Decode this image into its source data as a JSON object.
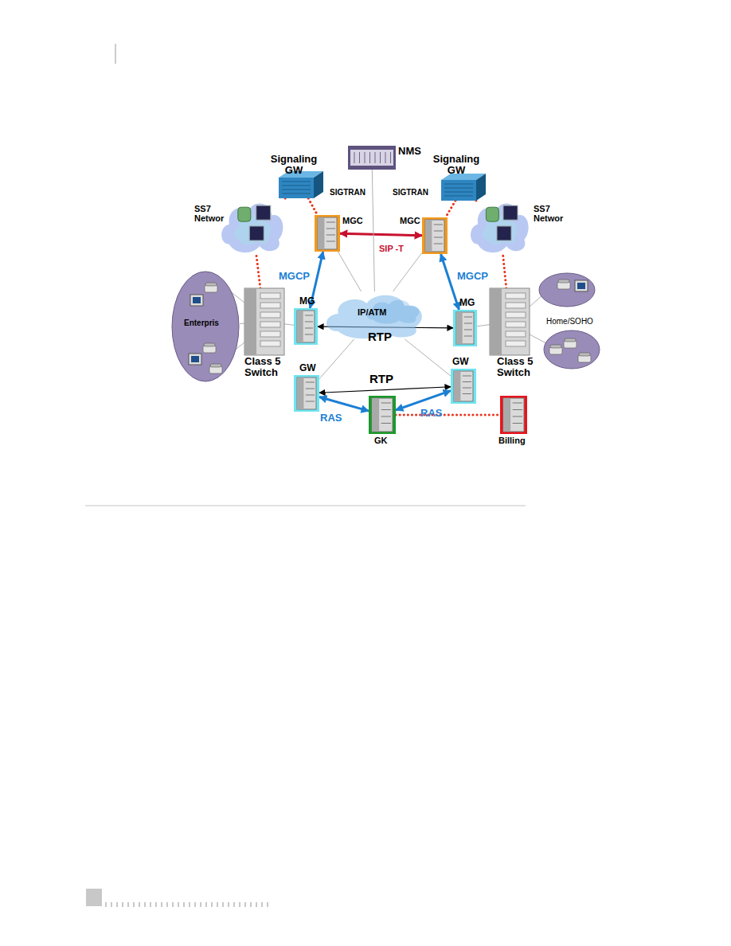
{
  "diagram": {
    "nodes": [
      {
        "text": [
          "NMS"
        ]
      },
      {
        "text": [
          "Signaling GW"
        ]
      },
      {
        "text": [
          "Signaling GW"
        ]
      },
      {
        "text": [
          "SS7 Networ"
        ]
      },
      {
        "text": [
          "MGC"
        ]
      },
      {
        "text": [
          "MGC"
        ]
      },
      {
        "text": [
          "SS7 Networ"
        ]
      },
      {
        "text": [
          "Enterpris"
        ]
      },
      {
        "text": [
          "Class 5 Switch"
        ]
      },
      {
        "text": [
          "MG"
        ]
      },
      {
        "text": [
          "IP/ATM"
        ]
      },
      {
        "text": [
          "MG"
        ]
      },
      {
        "text": [
          "Class 5 Switch"
        ]
      },
      {
        "text": [
          "GW"
        ]
      },
      {
        "text": [
          "GW"
        ]
      },
      {
        "text": [
          "GK"
        ]
      },
      {
        "text": [
          "Billing"
        ]
      }
    ],
    "edges": [
      {
        "from": 1,
        "to": 4,
        "arrow": "none",
        "label": "SIGTRAN"
      },
      {
        "from": 1,
        "to": 3,
        "arrow": "none"
      },
      {
        "from": 2,
        "to": 5,
        "arrow": "none",
        "label": "SIGTRAN"
      },
      {
        "from": 2,
        "to": 6,
        "arrow": "none"
      },
      {
        "from": 8,
        "to": 3,
        "arrow": "none"
      },
      {
        "from": 12,
        "to": 6,
        "arrow": "none"
      },
      {
        "from": 4,
        "to": 5,
        "arrow": "both",
        "label": "SIP -T"
      },
      {
        "from": 4,
        "to": 9,
        "arrow": "both",
        "label": "MGCP"
      },
      {
        "from": 5,
        "to": 11,
        "arrow": "both",
        "label": "MGCP"
      },
      {
        "from": 9,
        "to": 11,
        "arrow": "both",
        "label": "RTP"
      },
      {
        "from": 13,
        "to": 14,
        "arrow": "both",
        "label": "RTP"
      },
      {
        "from": 13,
        "to": 15,
        "arrow": "both",
        "label": "RAS"
      },
      {
        "from": 14,
        "to": 15,
        "arrow": "both",
        "label": "RAS"
      },
      {
        "from": 15,
        "to": 16,
        "arrow": "none"
      },
      {
        "from": 0,
        "to": 10,
        "arrow": "none"
      },
      {
        "from": 4,
        "to": 10,
        "arrow": "none"
      },
      {
        "from": 5,
        "to": 10,
        "arrow": "none"
      },
      {
        "from": 10,
        "to": 13,
        "arrow": "none"
      },
      {
        "from": 10,
        "to": 14,
        "arrow": "none"
      },
      {
        "from": 7,
        "to": 8,
        "arrow": "none"
      },
      {
        "from": 8,
        "to": 9,
        "arrow": "none"
      },
      {
        "from": 12,
        "to": 11,
        "arrow": "none"
      }
    ],
    "labels": [
      "Home/SOHO"
    ]
  }
}
